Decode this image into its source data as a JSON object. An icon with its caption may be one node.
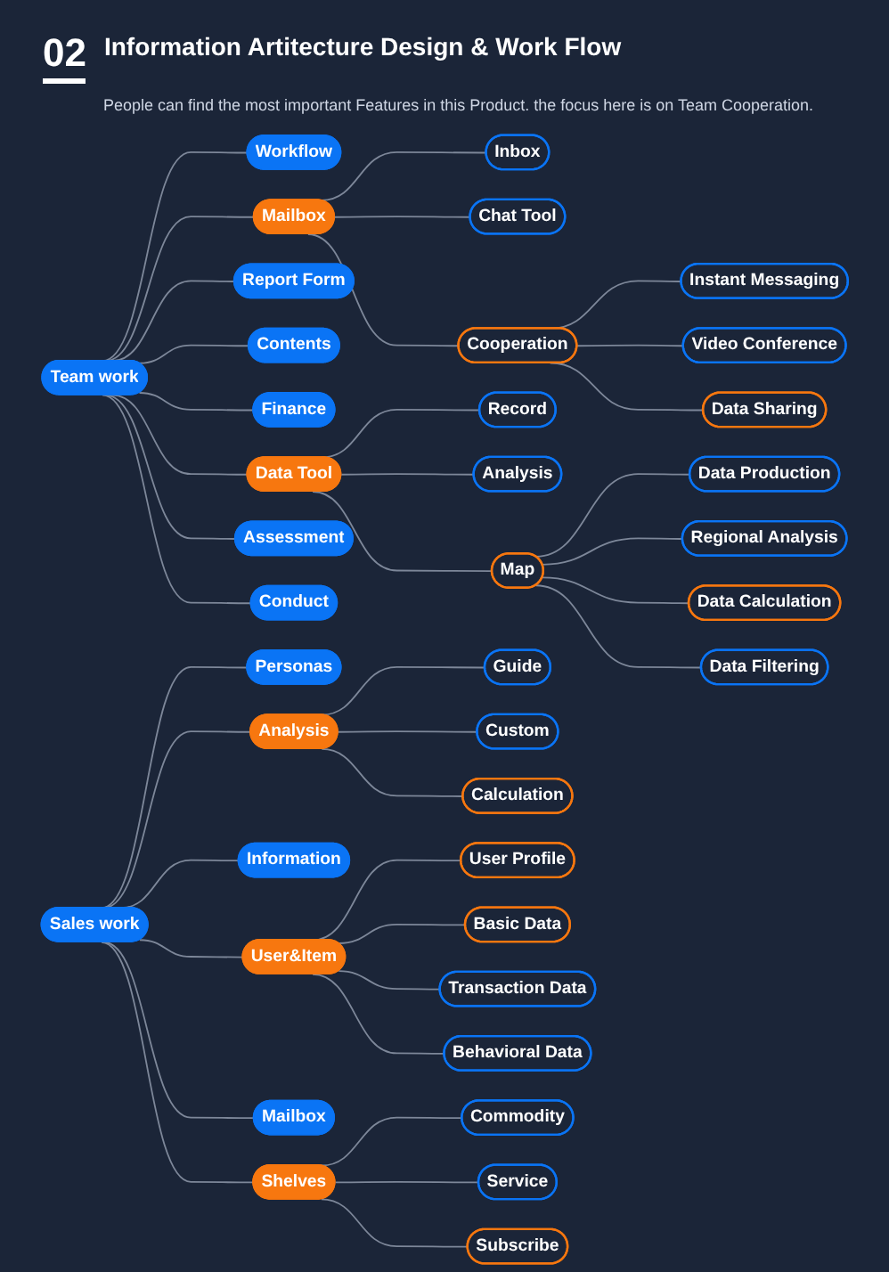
{
  "diagram": {
    "title": "Information Artitecture Design & Work Flow",
    "caption": "People can find the most important Features in this Product. the focus here is on Team Cooperation.",
    "nodes": [
      {
        "text": [
          "Team work"
        ]
      },
      {
        "text": [
          "Workflow"
        ]
      },
      {
        "text": [
          "Mailbox"
        ]
      },
      {
        "text": [
          "Report Form"
        ]
      },
      {
        "text": [
          "Contents"
        ]
      },
      {
        "text": [
          "Finance"
        ]
      },
      {
        "text": [
          "Data Tool"
        ]
      },
      {
        "text": [
          "Assessment"
        ]
      },
      {
        "text": [
          "Conduct"
        ]
      },
      {
        "text": [
          "Inbox"
        ]
      },
      {
        "text": [
          "Chat Tool"
        ]
      },
      {
        "text": [
          "Cooperation"
        ]
      },
      {
        "text": [
          "Instant Messaging"
        ]
      },
      {
        "text": [
          "Video Conference"
        ]
      },
      {
        "text": [
          "Data Sharing"
        ]
      },
      {
        "text": [
          "Record"
        ]
      },
      {
        "text": [
          "Analysis"
        ]
      },
      {
        "text": [
          "Map"
        ]
      },
      {
        "text": [
          "Data Production"
        ]
      },
      {
        "text": [
          "Regional Analysis"
        ]
      },
      {
        "text": [
          "Data Calculation"
        ]
      },
      {
        "text": [
          "Data Filtering"
        ]
      },
      {
        "text": [
          "Sales work"
        ]
      },
      {
        "text": [
          "Personas"
        ]
      },
      {
        "text": [
          "Analysis"
        ]
      },
      {
        "text": [
          "Information"
        ]
      },
      {
        "text": [
          "User&Item"
        ]
      },
      {
        "text": [
          "Mailbox"
        ]
      },
      {
        "text": [
          "Shelves"
        ]
      },
      {
        "text": [
          "Guide"
        ]
      },
      {
        "text": [
          "Custom"
        ]
      },
      {
        "text": [
          "Calculation"
        ]
      },
      {
        "text": [
          "User Profile"
        ]
      },
      {
        "text": [
          "Basic Data"
        ]
      },
      {
        "text": [
          "Transaction Data"
        ]
      },
      {
        "text": [
          "Behavioral Data"
        ]
      },
      {
        "text": [
          "Commodity"
        ]
      },
      {
        "text": [
          "Service"
        ]
      },
      {
        "text": [
          "Subscribe"
        ]
      }
    ],
    "edges": [
      {
        "from": 0,
        "to": 1,
        "arrow": "none"
      },
      {
        "from": 0,
        "to": 2,
        "arrow": "none"
      },
      {
        "from": 0,
        "to": 3,
        "arrow": "none"
      },
      {
        "from": 0,
        "to": 4,
        "arrow": "none"
      },
      {
        "from": 0,
        "to": 5,
        "arrow": "none"
      },
      {
        "from": 0,
        "to": 6,
        "arrow": "none"
      },
      {
        "from": 0,
        "to": 7,
        "arrow": "none"
      },
      {
        "from": 0,
        "to": 8,
        "arrow": "none"
      },
      {
        "from": 2,
        "to": 9,
        "arrow": "none"
      },
      {
        "from": 2,
        "to": 10,
        "arrow": "none"
      },
      {
        "from": 2,
        "to": 11,
        "arrow": "none"
      },
      {
        "from": 11,
        "to": 12,
        "arrow": "none"
      },
      {
        "from": 11,
        "to": 13,
        "arrow": "none"
      },
      {
        "from": 11,
        "to": 14,
        "arrow": "none"
      },
      {
        "from": 6,
        "to": 15,
        "arrow": "none"
      },
      {
        "from": 6,
        "to": 16,
        "arrow": "none"
      },
      {
        "from": 6,
        "to": 17,
        "arrow": "none"
      },
      {
        "from": 17,
        "to": 18,
        "arrow": "none"
      },
      {
        "from": 17,
        "to": 19,
        "arrow": "none"
      },
      {
        "from": 17,
        "to": 20,
        "arrow": "none"
      },
      {
        "from": 17,
        "to": 21,
        "arrow": "none"
      },
      {
        "from": 22,
        "to": 23,
        "arrow": "none"
      },
      {
        "from": 22,
        "to": 24,
        "arrow": "none"
      },
      {
        "from": 22,
        "to": 25,
        "arrow": "none"
      },
      {
        "from": 22,
        "to": 26,
        "arrow": "none"
      },
      {
        "from": 22,
        "to": 27,
        "arrow": "none"
      },
      {
        "from": 22,
        "to": 28,
        "arrow": "none"
      },
      {
        "from": 24,
        "to": 29,
        "arrow": "none"
      },
      {
        "from": 24,
        "to": 30,
        "arrow": "none"
      },
      {
        "from": 24,
        "to": 31,
        "arrow": "none"
      },
      {
        "from": 26,
        "to": 32,
        "arrow": "none"
      },
      {
        "from": 26,
        "to": 33,
        "arrow": "none"
      },
      {
        "from": 26,
        "to": 34,
        "arrow": "none"
      },
      {
        "from": 26,
        "to": 35,
        "arrow": "none"
      },
      {
        "from": 28,
        "to": 36,
        "arrow": "none"
      },
      {
        "from": 28,
        "to": 37,
        "arrow": "none"
      },
      {
        "from": 28,
        "to": 38,
        "arrow": "none"
      }
    ],
    "labels": [
      "02"
    ]
  }
}
